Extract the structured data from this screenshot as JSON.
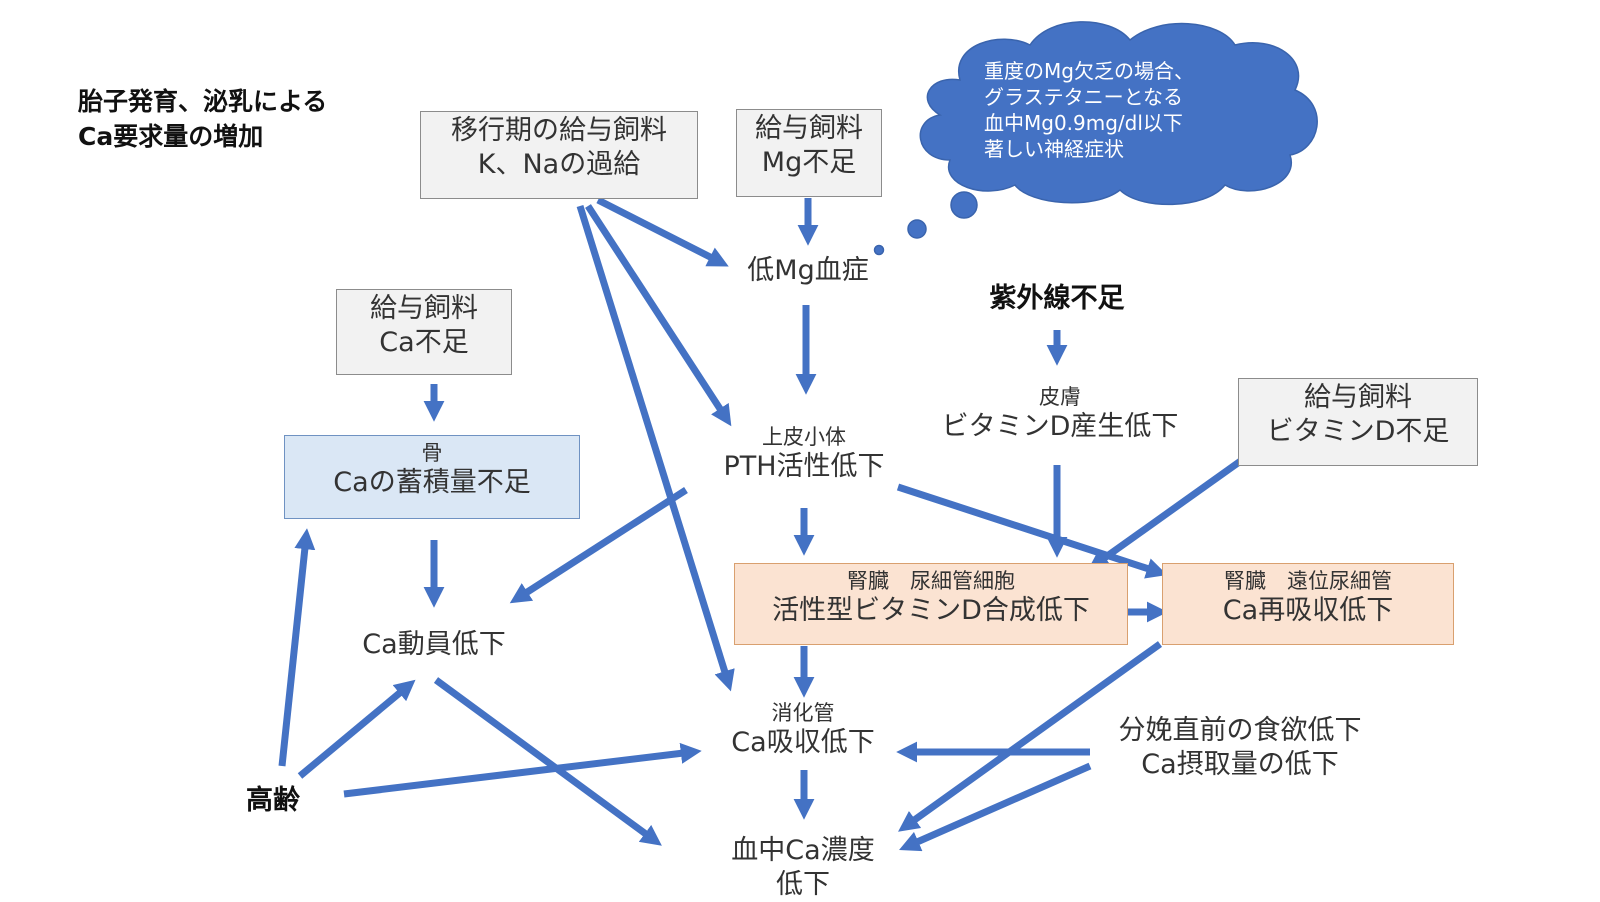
{
  "colors": {
    "arrow": "#4472c4",
    "cloud": "#4472c4",
    "gray_box": "#f2f2f2",
    "blue_box": "#dae7f5",
    "orange_box": "#fbe3d2"
  },
  "title": {
    "line1": "胎子発育、泌乳による",
    "line2": "Ca要求量の増加"
  },
  "cloud": {
    "lines": [
      "重度のMg欠乏の場合、",
      "グラステタニーとなる",
      "血中Mg0.9mg/dl以下",
      "著しい神経症状"
    ]
  },
  "nodes": {
    "transition_feed": {
      "line1": "移行期の給与飼料",
      "line2": "K、Naの過給"
    },
    "mg_feed": {
      "line1": "給与飼料",
      "line2": "Mg不足"
    },
    "hypomagnesemia": {
      "label": "低Mg血症"
    },
    "ca_feed": {
      "line1": "給与飼料",
      "line2": "Ca不足"
    },
    "uv": {
      "label": "紫外線不足"
    },
    "skin": {
      "sub": "皮膚",
      "label": "ビタミンD産生低下"
    },
    "vitd_feed": {
      "line1": "給与飼料",
      "line2": "ビタミンD不足"
    },
    "bone": {
      "sub": "骨",
      "label": "Caの蓄積量不足"
    },
    "parathyroid": {
      "sub": "上皮小体",
      "label": "PTH活性低下"
    },
    "kidney_tubule": {
      "sub": "腎臓　尿細管細胞",
      "label": "活性型ビタミンD合成低下"
    },
    "kidney_distal": {
      "sub": "腎臓　遠位尿細管",
      "label": "Ca再吸収低下"
    },
    "ca_mobilization": {
      "label": "Ca動員低下"
    },
    "gut": {
      "sub": "消化管",
      "label": "Ca吸収低下"
    },
    "appetite": {
      "line1": "分娩直前の食欲低下",
      "line2": "Ca摂取量の低下"
    },
    "aging": {
      "label": "高齢"
    },
    "blood_ca": {
      "line1": "血中Ca濃度",
      "line2": "低下"
    }
  }
}
